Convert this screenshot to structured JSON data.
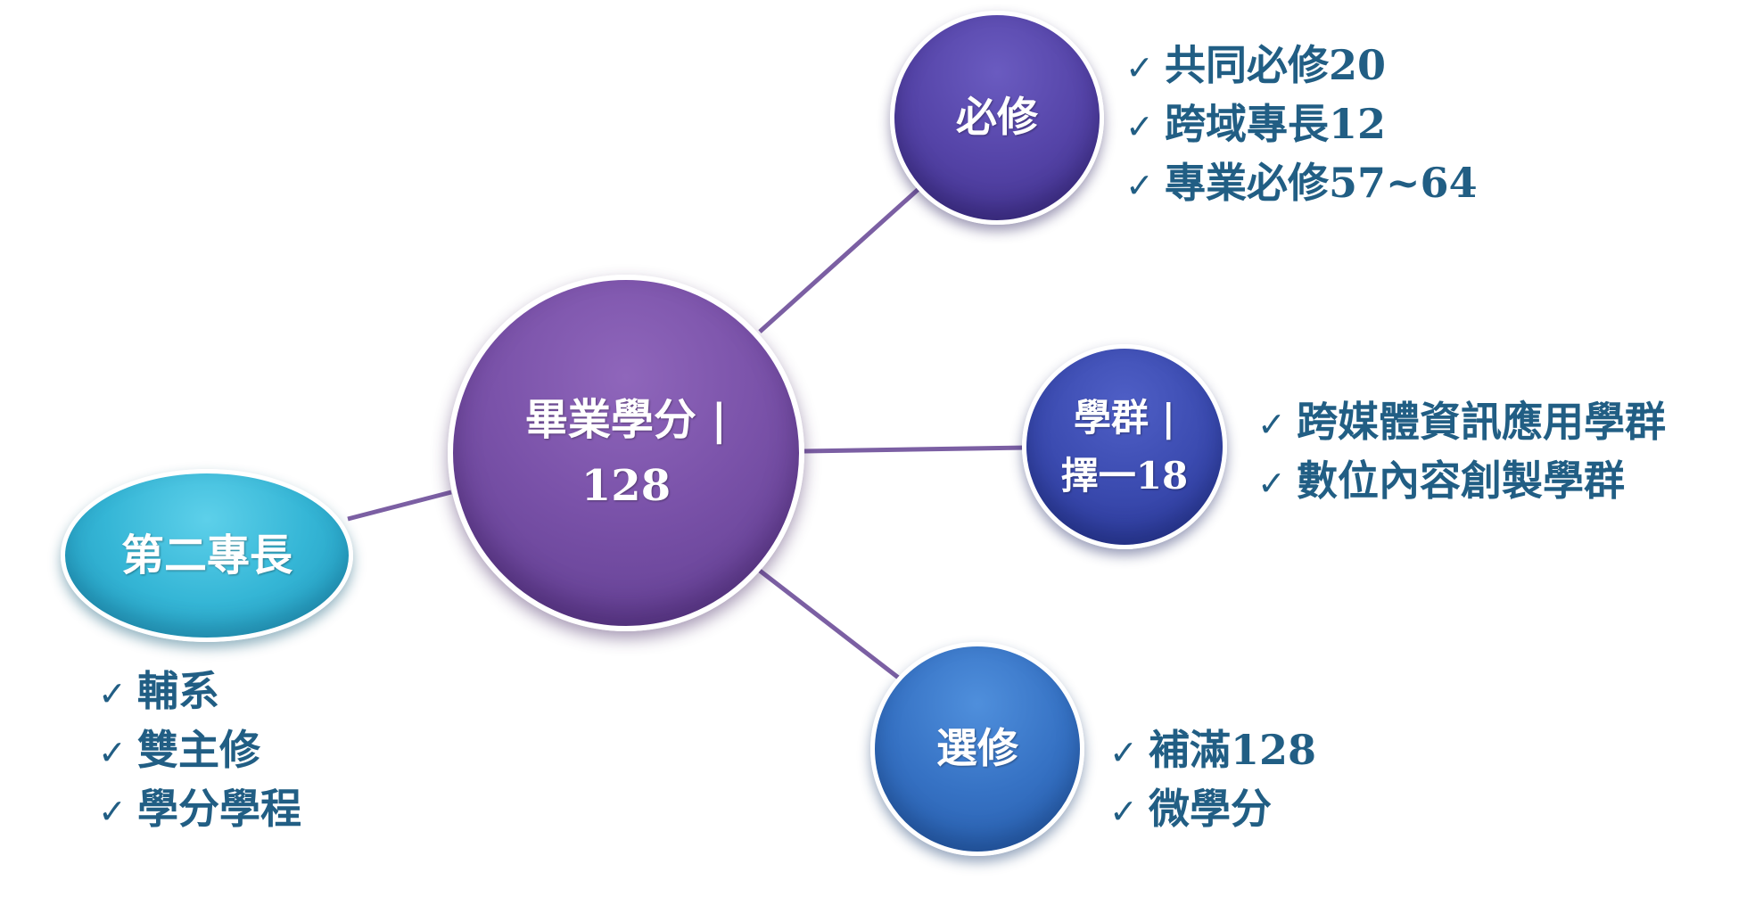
{
  "colors": {
    "connector": "#7b5fa3",
    "list_text": "#215e84",
    "center_node": "#7a52a9",
    "required_node": "#5544a8",
    "cluster_node": "#3b4bb0",
    "elective_node": "#3672c4",
    "second_node": "#35b6d6"
  },
  "nodes": {
    "center": {
      "label": "畢業學分 |\n128"
    },
    "required": {
      "label": "必修"
    },
    "cluster": {
      "label": "學群 |\n擇一18"
    },
    "elective": {
      "label": "選修"
    },
    "second": {
      "label": "第二專長"
    }
  },
  "check_icon": "checkmark-icon",
  "check_glyph": "✓",
  "lists": {
    "required": [
      "共同必修20",
      "跨域專長12",
      "專業必修57~64"
    ],
    "cluster": [
      "跨媒體資訊應用學群",
      "數位內容創製學群"
    ],
    "elective": [
      "補滿128",
      "微學分"
    ],
    "second": [
      "輔系",
      "雙主修",
      "學分學程"
    ]
  }
}
